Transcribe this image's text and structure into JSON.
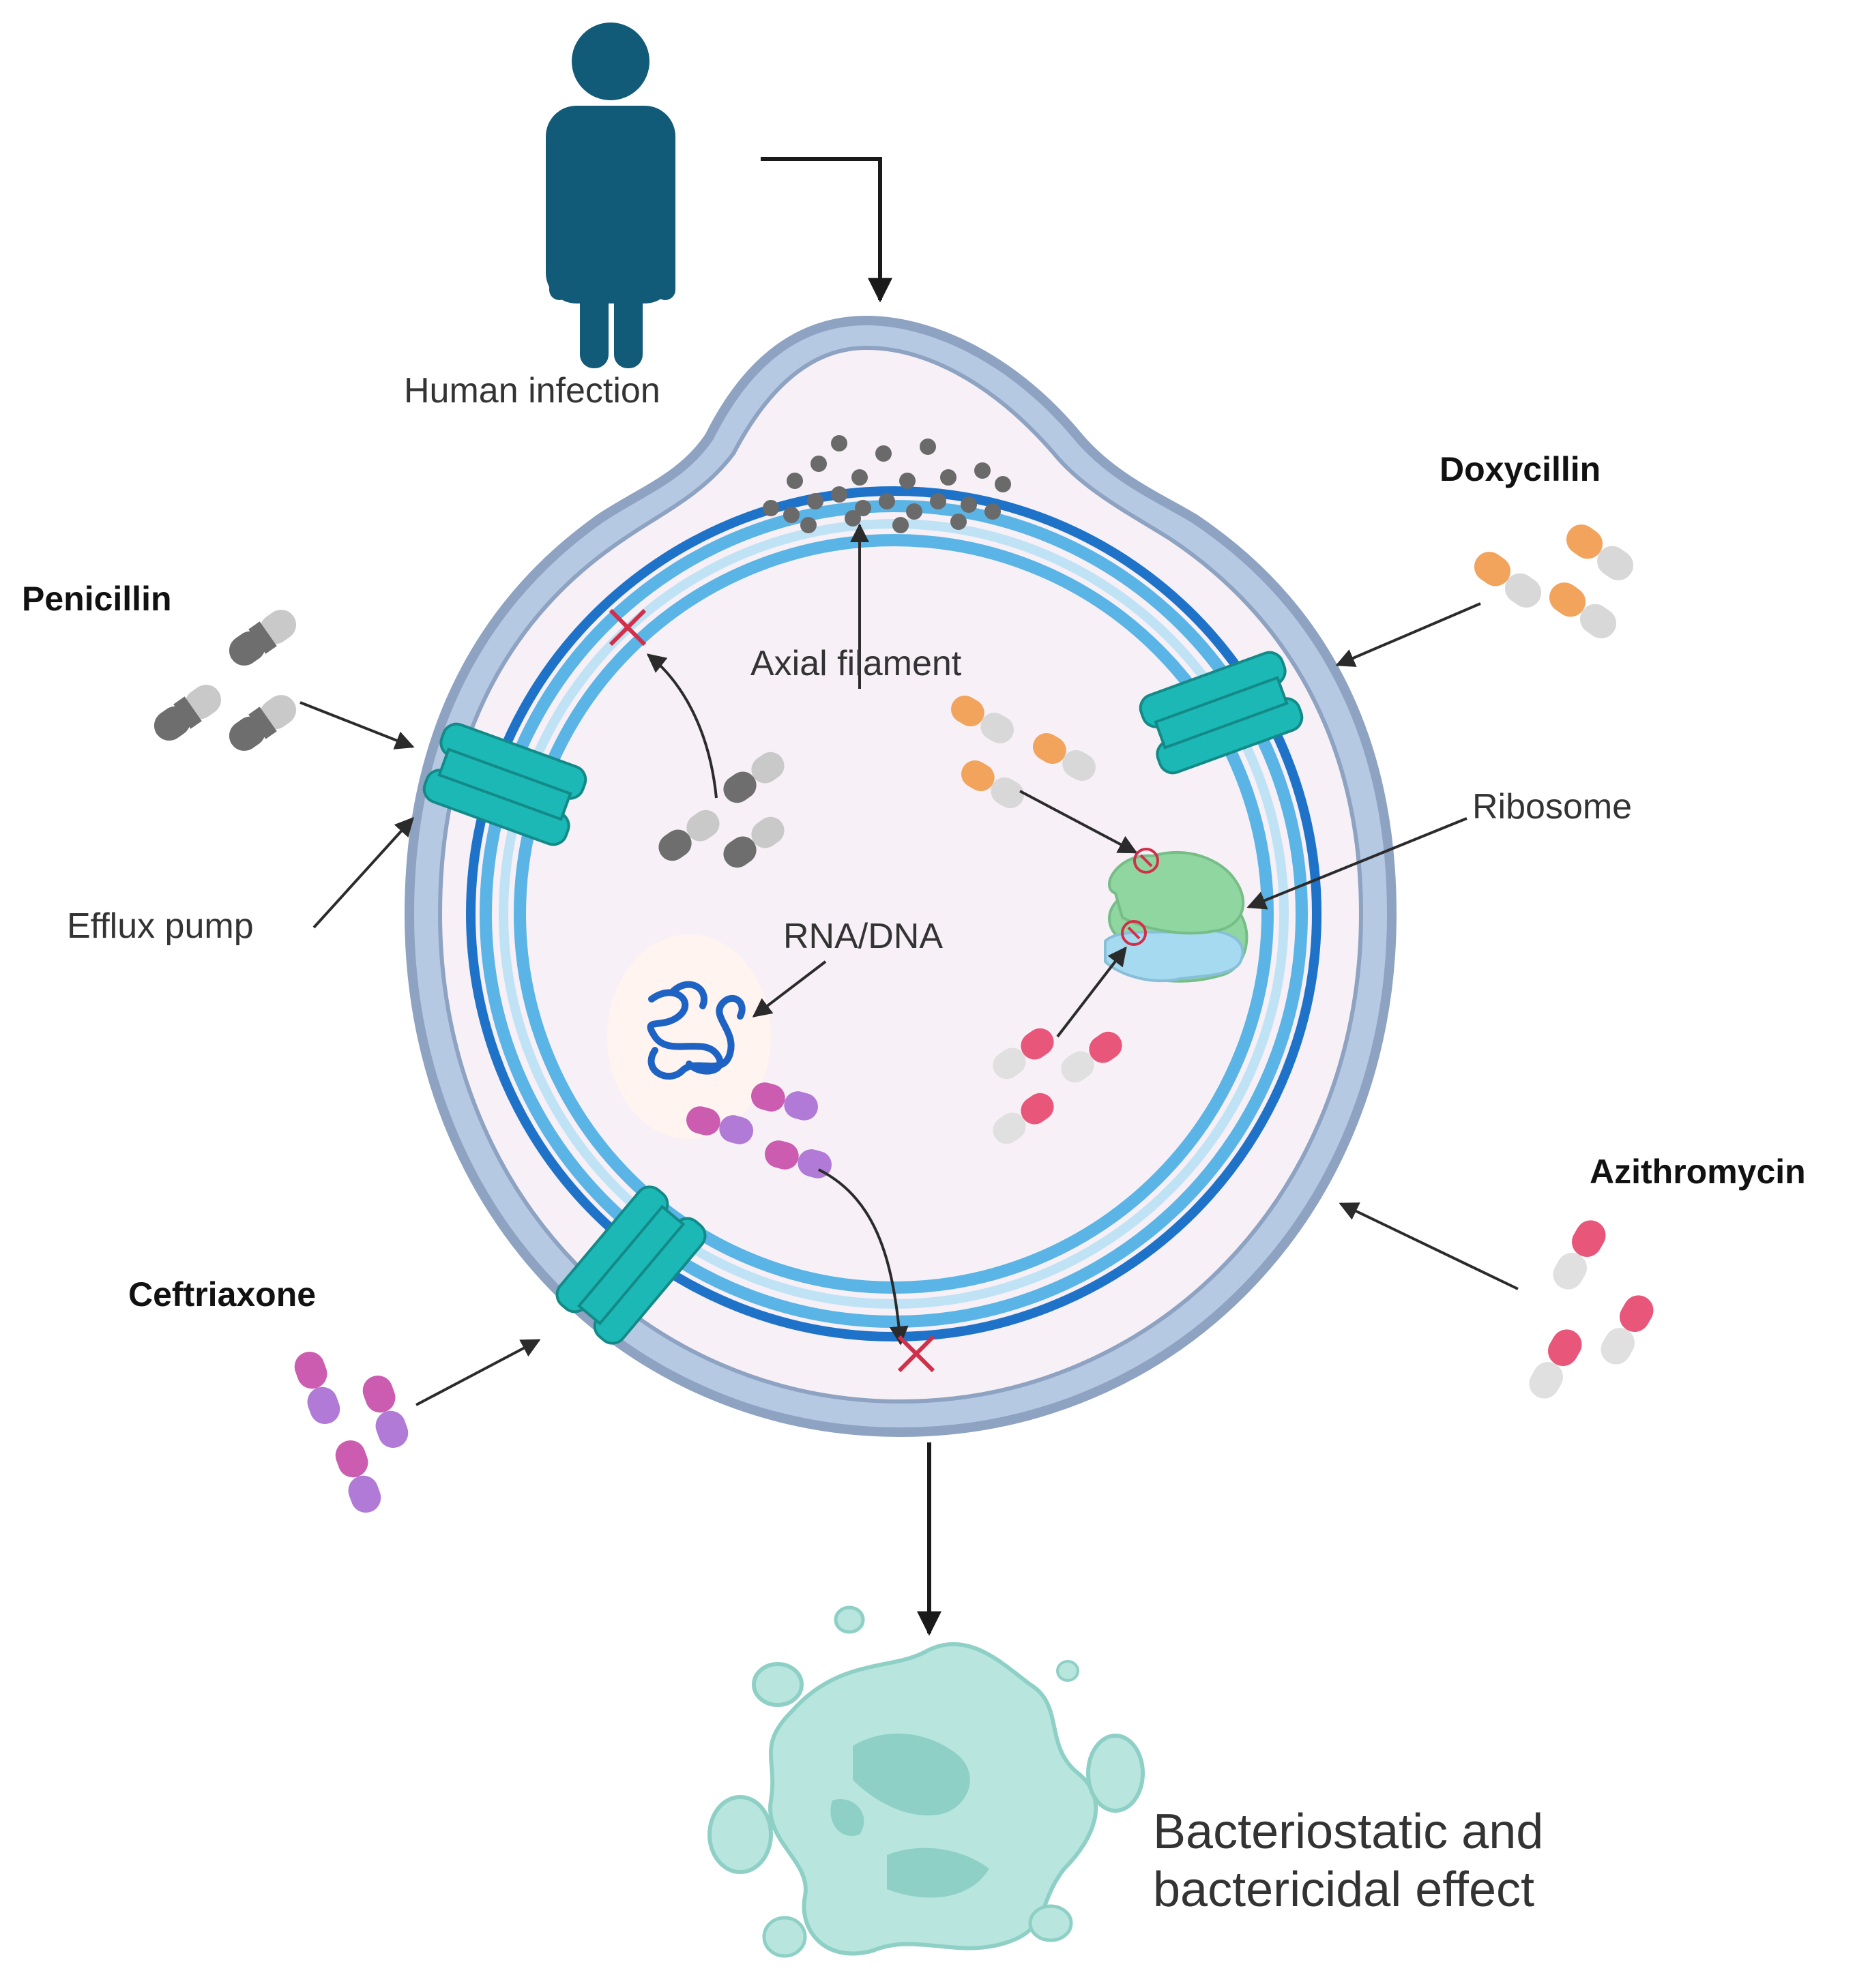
{
  "labels": {
    "human_infection": "Human infection",
    "penicillin": "Penicillin",
    "doxycillin": "Doxycillin",
    "axial_filament": "Axial filament",
    "ribosome": "Ribosome",
    "efflux_pump": "Efflux pump",
    "rna_dna": "RNA/DNA",
    "ceftriaxone": "Ceftriaxone",
    "azithromycin": "Azithromycin",
    "effect_line1": "Bacteriostatic and",
    "effect_line2": "bactericidal effect"
  },
  "colors": {
    "human": "#115a78",
    "outer_membrane": "#b6c9e3",
    "outer_membrane_edge": "#8ea2c2",
    "inner_ring_dark": "#1e73c9",
    "inner_ring_light": "#5ab4e6",
    "cytoplasm": "#f7f0f6",
    "efflux_pump": "#1cb8b5",
    "penicillin_capsule": "#8a8a8a",
    "doxycillin_capsule": "#f2a35c",
    "azithromycin_capsule": "#e8567a",
    "ceftriaxone_capsule_a": "#cc5cb0",
    "ceftriaxone_capsule_b": "#b07ad6",
    "ribosome_large": "#8fd6a0",
    "ribosome_small": "#a6daf0",
    "dead_cell": "#a8e0d8",
    "inhibit_mark": "#d0304a"
  }
}
